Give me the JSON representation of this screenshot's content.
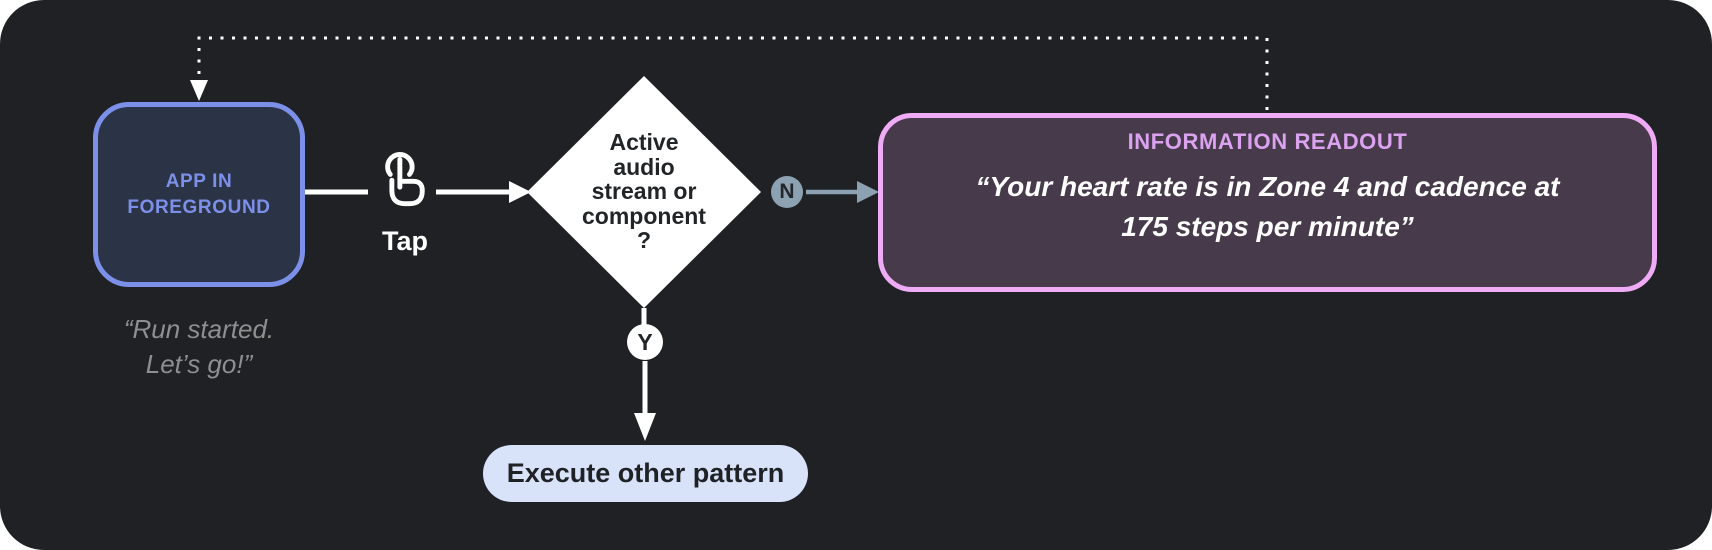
{
  "diagram": {
    "background_color": "#1f2124",
    "nodes": {
      "app": {
        "label": "APP IN\nFOREGROUND",
        "caption": "“Run started.\nLet’s go!”",
        "accent_color": "#7d90e9",
        "fill_color": "#2b3447"
      },
      "tap": {
        "icon": "tap-gesture-icon",
        "label": "Tap"
      },
      "decision": {
        "label": "Active\naudio\nstream or\ncomponent\n?",
        "fill_color": "#ffffff"
      },
      "readout": {
        "title": "INFORMATION READOUT",
        "quote": "“Your heart rate is in Zone 4 and cadence at\n175 steps per minute”",
        "accent_color": "#efabf5",
        "title_color": "#dba2f0",
        "fill_color": "#473b4b"
      },
      "execute": {
        "label": "Execute other pattern",
        "fill_color": "#d8e2f9"
      }
    },
    "branches": {
      "no": {
        "badge": "N",
        "color": "#8ca1b2"
      },
      "yes": {
        "badge": "Y",
        "color": "#ffffff"
      }
    }
  }
}
